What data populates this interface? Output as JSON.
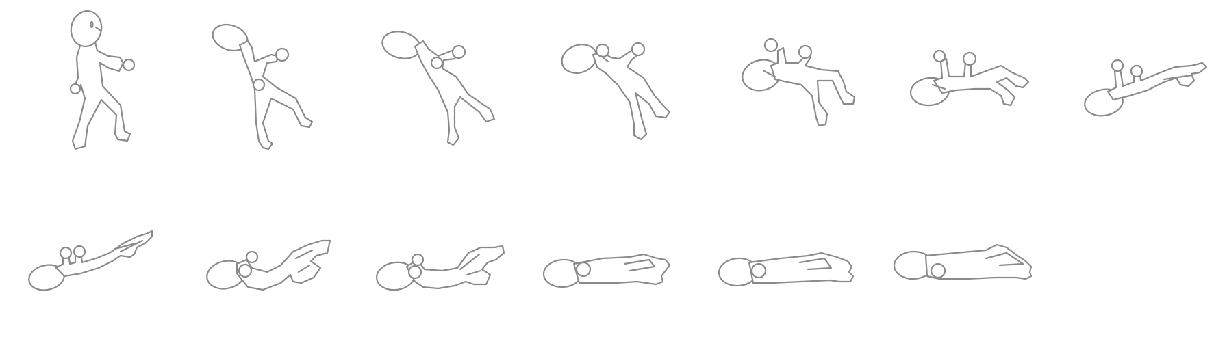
{
  "sprite_sheet": {
    "background": "#ffffff",
    "outline_color": "#8a8a8a",
    "rows": [
      {
        "name": "row-1",
        "frames": [
          {
            "index": 1,
            "pose": "walking"
          },
          {
            "index": 2,
            "pose": "recoil"
          },
          {
            "index": 3,
            "pose": "falling-back"
          },
          {
            "index": 4,
            "pose": "falling-back-steep"
          },
          {
            "index": 5,
            "pose": "near-ground"
          },
          {
            "index": 6,
            "pose": "hit-ground"
          },
          {
            "index": 7,
            "pose": "sliding"
          }
        ]
      },
      {
        "name": "row-2",
        "frames": [
          {
            "index": 8,
            "pose": "legs-up"
          },
          {
            "index": 9,
            "pose": "curling"
          },
          {
            "index": 10,
            "pose": "curled"
          },
          {
            "index": 11,
            "pose": "settling"
          },
          {
            "index": 12,
            "pose": "lying"
          },
          {
            "index": 13,
            "pose": "lying-still"
          }
        ]
      }
    ]
  }
}
